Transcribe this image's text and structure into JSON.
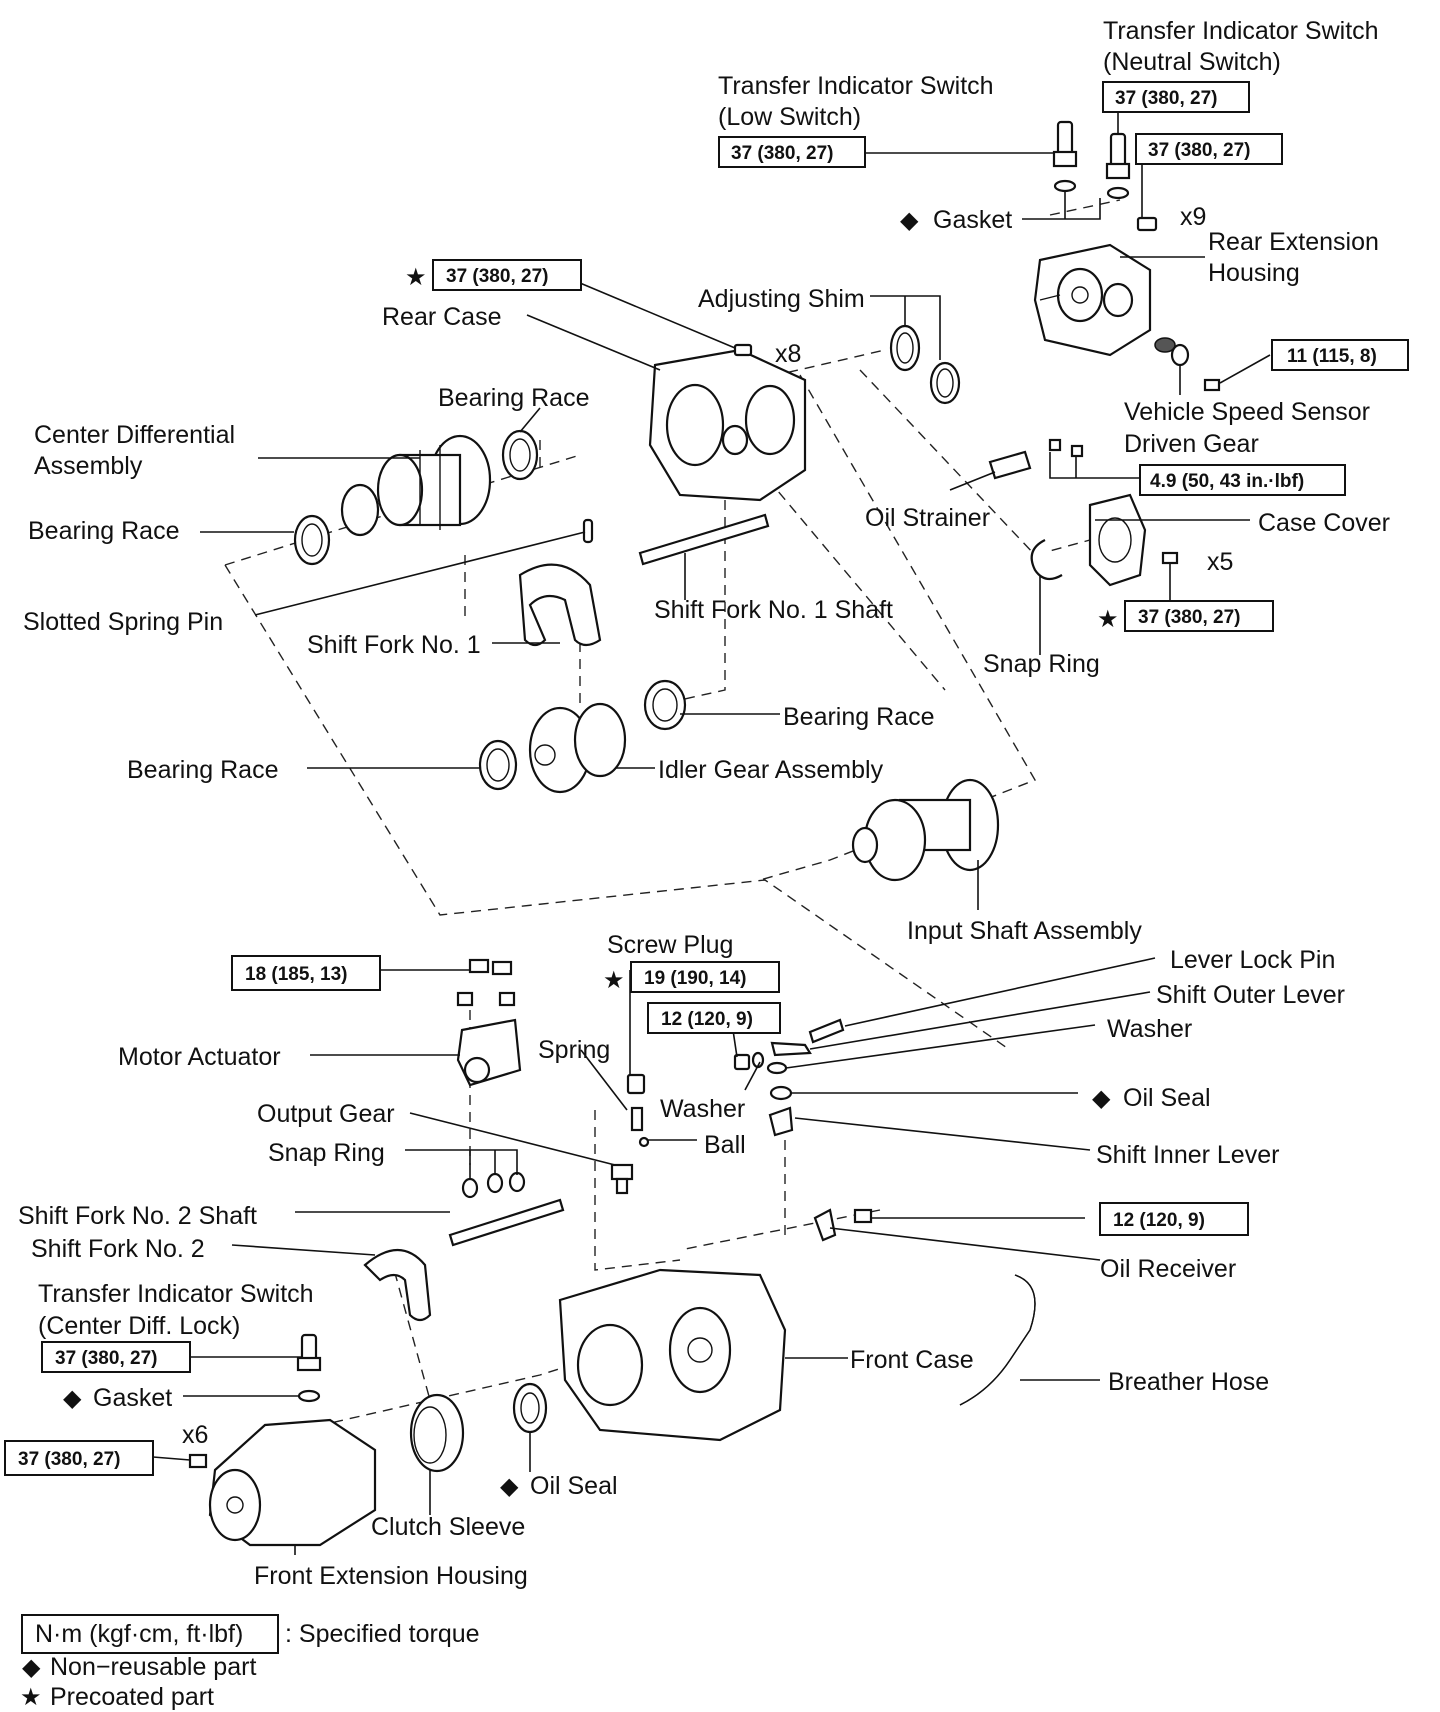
{
  "labels": {
    "tis_neutral_1": "Transfer Indicator Switch",
    "tis_neutral_2": "(Neutral Switch)",
    "tis_low_1": "Transfer Indicator Switch",
    "tis_low_2": "(Low Switch)",
    "gasket_top": "Gasket",
    "x9": "x9",
    "rear_ext_1": "Rear Extension",
    "rear_ext_2": "Housing",
    "rear_case": "Rear Case",
    "adjusting_shim": "Adjusting Shim",
    "x8": "x8",
    "bearing_race_1": "Bearing Race",
    "center_diff_1": "Center Differential",
    "center_diff_2": "Assembly",
    "vss_1": "Vehicle Speed Sensor",
    "vss_2": "Driven Gear",
    "bearing_race_2": "Bearing Race",
    "oil_strainer": "Oil Strainer",
    "case_cover": "Case Cover",
    "x5": "x5",
    "slotted_pin": "Slotted Spring Pin",
    "shift_fork_1": "Shift Fork No. 1",
    "shift_fork_1_shaft": "Shift Fork No. 1 Shaft",
    "snap_ring_top": "Snap Ring",
    "bearing_race_3": "Bearing Race",
    "bearing_race_4": "Bearing Race",
    "idler_gear": "Idler Gear Assembly",
    "input_shaft": "Input Shaft Assembly",
    "screw_plug": "Screw Plug",
    "lever_lock_pin": "Lever Lock Pin",
    "shift_outer_lever": "Shift Outer Lever",
    "washer_right": "Washer",
    "motor_actuator": "Motor Actuator",
    "spring": "Spring",
    "oil_seal_right": "Oil Seal",
    "washer_mid": "Washer",
    "output_gear": "Output Gear",
    "ball": "Ball",
    "shift_inner_lever": "Shift Inner Lever",
    "snap_ring_mid": "Snap Ring",
    "shift_fork_2_shaft": "Shift Fork No. 2 Shaft",
    "shift_fork_2": "Shift Fork No. 2",
    "oil_receiver": "Oil Receiver",
    "tis_center_1": "Transfer Indicator Switch",
    "tis_center_2": "(Center Diff. Lock)",
    "front_case": "Front Case",
    "breather_hose": "Breather Hose",
    "gasket_bottom": "Gasket",
    "x6": "x6",
    "oil_seal_bottom": "Oil Seal",
    "clutch_sleeve": "Clutch Sleeve",
    "front_ext": "Front Extension Housing"
  },
  "torques": {
    "t_neutral": "37 (380, 27)",
    "t_low": "37 (380, 27)",
    "t_rear_ext": "37 (380, 27)",
    "t_rear_case": "37 (380, 27)",
    "t_vss": "11 (115, 8)",
    "t_strainer": "4.9 (50, 43 in.·lbf)",
    "t_case_cover": "37 (380, 27)",
    "t_actuator": "18 (185, 13)",
    "t_screw_plug": "19 (190, 14)",
    "t_lever": "12 (120, 9)",
    "t_receiver": "12 (120, 9)",
    "t_center_lock": "37 (380, 27)",
    "t_front_ext": "37 (380, 27)"
  },
  "markers": {
    "diamond": "◆",
    "star": "★"
  },
  "legend": {
    "torque_units": "N·m (kgf·cm, ft·lbf)",
    "torque_desc": ": Specified torque",
    "non_reusable": "Non−reusable part",
    "precoated": "Precoated part"
  }
}
